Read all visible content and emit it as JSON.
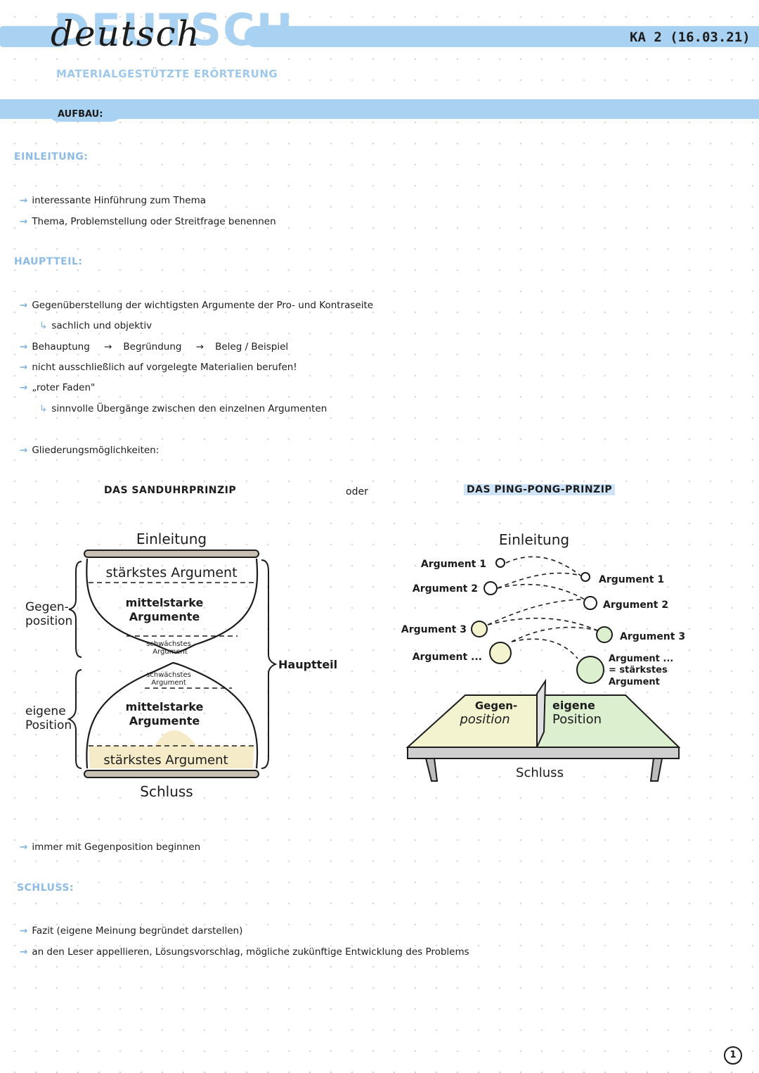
{
  "header": {
    "title": "DEUTSCH",
    "script_title": "deutsch",
    "subtitle": "MATERIALGESTÜTZTE ERÖRTERUNG",
    "date": "KA 2 (16.03.21)",
    "aufbau_label": "AUFBAU:"
  },
  "einleitung": {
    "heading": "EINLEITUNG:",
    "items": [
      "interessante Hinführung zum Thema",
      "Thema, Problemstellung oder Streitfrage benennen"
    ]
  },
  "hauptteil": {
    "heading": "HAUPTTEIL:",
    "item1": "Gegenüberstellung der wichtigsten Argumente der Pro- und Kontraseite",
    "item1_sub": "sachlich und objektiv",
    "flow": [
      "Behauptung",
      "Begründung",
      "Beleg / Beispiel"
    ],
    "item3": "nicht ausschließlich auf vorgelegte Materialien berufen!",
    "item4": "„roter Faden\"",
    "item4_sub": "sinnvolle Übergänge zwischen den einzelnen Argumenten",
    "gliederung": "Gliederungsmöglichkeiten:",
    "final": "immer mit Gegenposition beginnen"
  },
  "sanduhr": {
    "title": "DAS SANDUHRPRINZIP",
    "top": "Einleitung",
    "strong_top": "stärkstes Argument",
    "mid_top_1": "mittelstarke",
    "mid_top_2": "Argumente",
    "weak_top_1": "schwächstes",
    "weak_top_2": "Argument",
    "weak_bot_1": "schwächstes",
    "weak_bot_2": "Argument",
    "mid_bot_1": "mittelstarke",
    "mid_bot_2": "Argumente",
    "strong_bot": "stärkstes Argument",
    "bottom": "Schluss",
    "gegen_1": "Gegen-",
    "gegen_2": "position",
    "eigene_1": "eigene",
    "eigene_2": "Position",
    "hauptteil": "Hauptteil"
  },
  "oder": "oder",
  "pingpong": {
    "title": "DAS PING-PONG-PRINZIP",
    "top": "Einleitung",
    "left_args": [
      "Argument 1",
      "Argument 2",
      "Argument 3",
      "Argument ..."
    ],
    "right_args": [
      "Argument 1",
      "Argument 2",
      "Argument 3"
    ],
    "right_last_1": "Argument ...",
    "right_last_2": "= stärkstes",
    "right_last_3": "Argument",
    "gegen_1": "Gegen-",
    "gegen_2": "position",
    "eigene_1": "eigene",
    "eigene_2": "Position",
    "bottom": "Schluss"
  },
  "schluss": {
    "heading": "SCHLUSS:",
    "items": [
      "Fazit (eigene Meinung begründet darstellen)",
      "an den Leser appellieren, Lösungsvorschlag, mögliche zukünftige Entwicklung des Problems"
    ]
  },
  "page_number": "1",
  "colors": {
    "accent_blue": "#a9d2f2",
    "heading_blue": "#8cbbe6",
    "yellow_fill": "#f6ebc8",
    "gegen_fill": "#f3f4cf",
    "eigene_fill": "#dcefcf"
  }
}
